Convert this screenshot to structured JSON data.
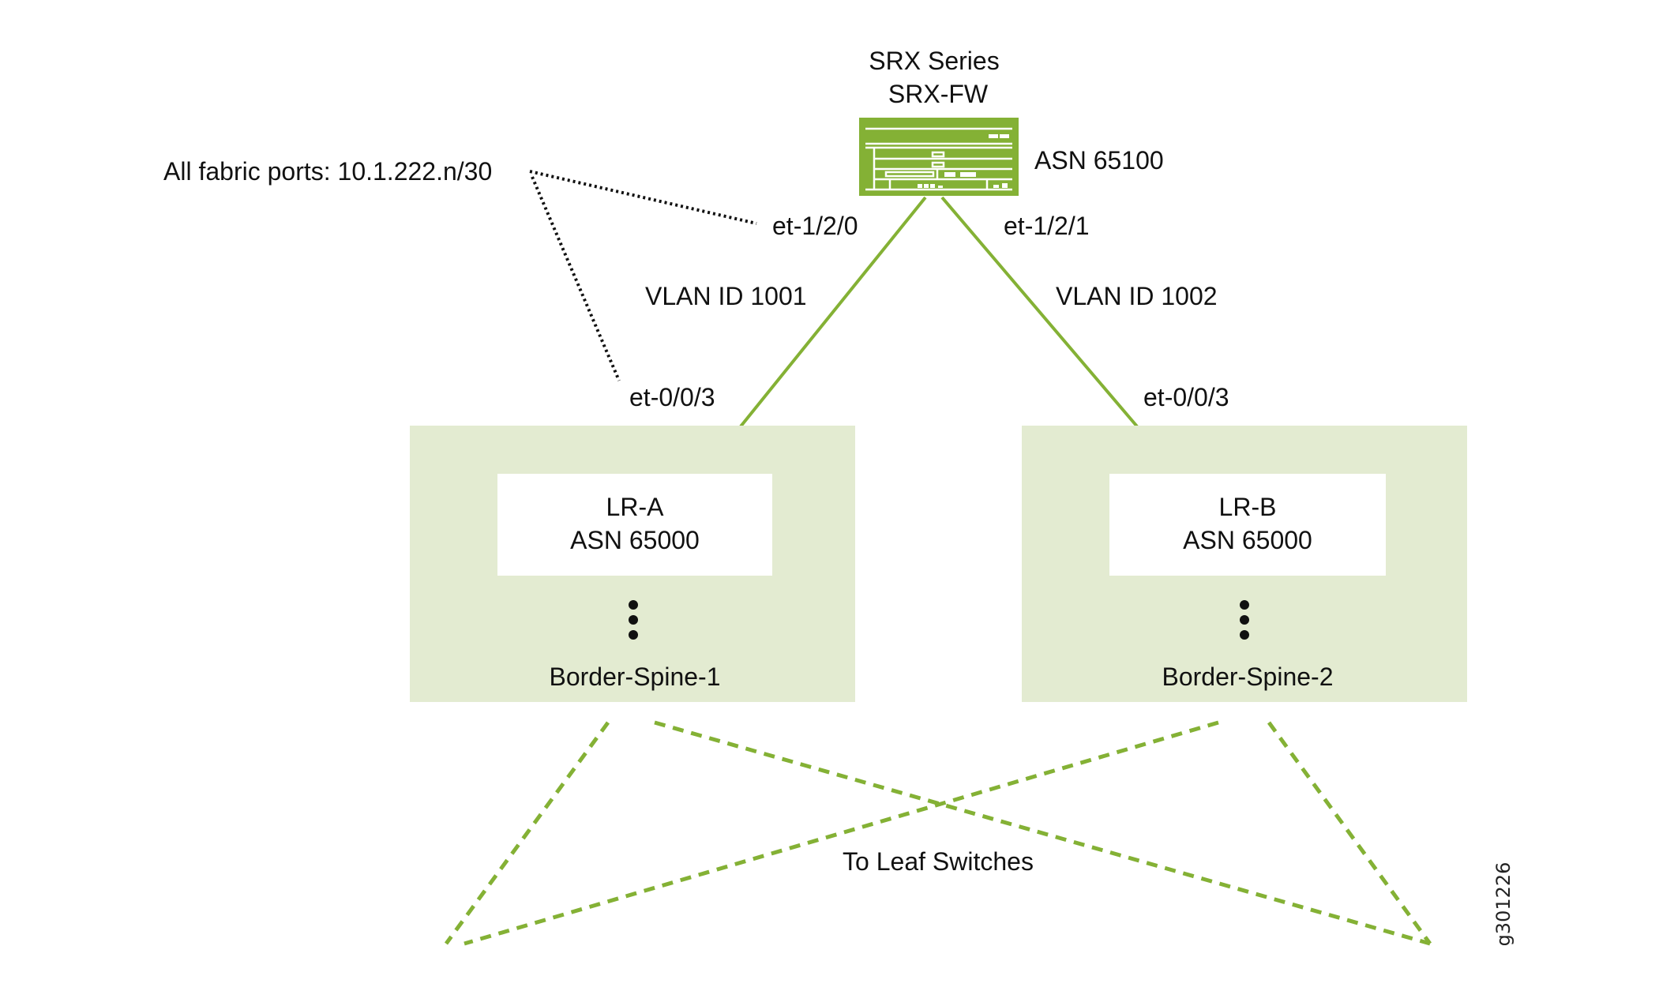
{
  "colors": {
    "accent_green": "#84b135",
    "spine_box_fill": "#e3ebd1",
    "inner_box_fill": "#ffffff",
    "text": "#111111",
    "dotted_line": "#111111"
  },
  "firewall": {
    "series_label": "SRX Series",
    "name": "SRX-FW",
    "asn": "ASN 65100",
    "port_left": "et-1/2/0",
    "port_right": "et-1/2/1",
    "icon": "firewall-chassis-icon"
  },
  "annotation": {
    "fabric_ports": "All fabric ports: 10.1.222.n/30"
  },
  "links": [
    {
      "vlan": "VLAN ID 1001",
      "from": "SRX-FW et-1/2/0",
      "to": "Border-Spine-1 et-0/0/3"
    },
    {
      "vlan": "VLAN ID 1002",
      "from": "SRX-FW et-1/2/1",
      "to": "Border-Spine-2 et-0/0/3"
    }
  ],
  "spines": [
    {
      "name": "Border-Spine-1",
      "port": "et-0/0/3",
      "lr_name": "LR-A",
      "lr_asn": "ASN 65000"
    },
    {
      "name": "Border-Spine-2",
      "port": "et-0/0/3",
      "lr_name": "LR-B",
      "lr_asn": "ASN 65000"
    }
  ],
  "leaf_label": "To Leaf Switches",
  "figure_id": "g301226"
}
